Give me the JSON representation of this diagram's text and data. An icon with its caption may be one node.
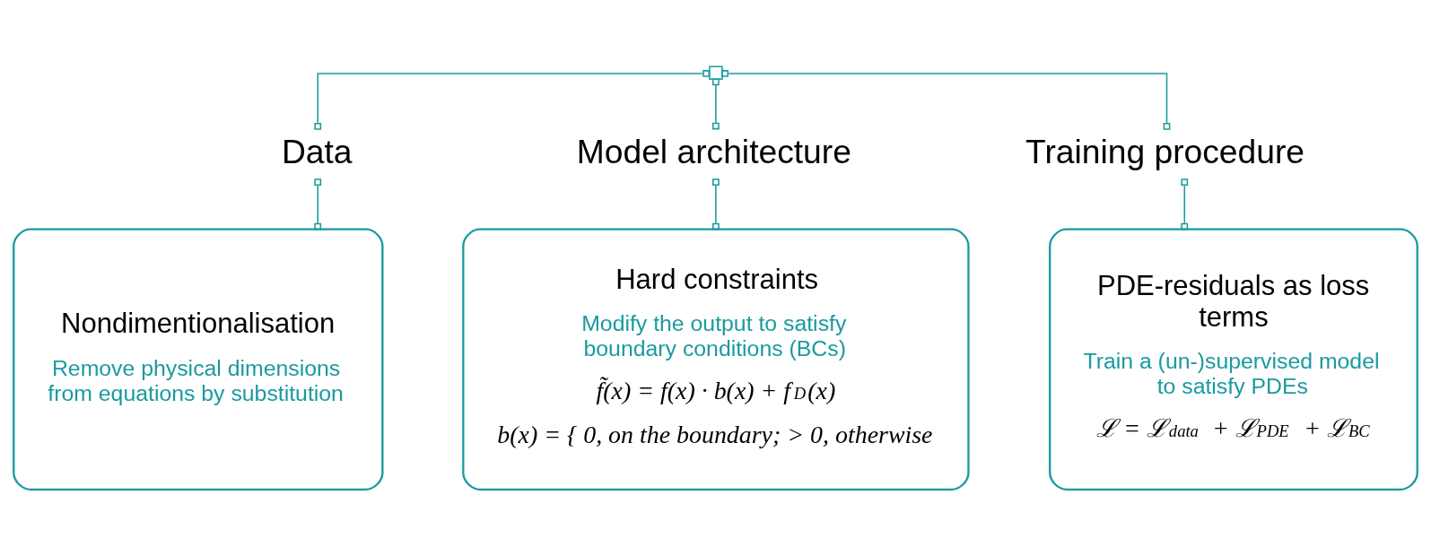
{
  "diagram": {
    "nodes": [
      {
        "text": [],
        "shape": "box"
      },
      {
        "text": [
          "Data"
        ]
      },
      {
        "text": [
          "Model architecture"
        ]
      },
      {
        "text": [
          "Training procedure"
        ]
      },
      {
        "text": [
          "Nondimentionalisation",
          "Remove physical dimensions from equations by substitution"
        ]
      },
      {
        "text": [
          "Hard constraints",
          "Modify the output to satisfy boundary conditions (BCs)",
          "f̃(x) = f(x) · b(x) + f$_{D}$(x)",
          "b(x) = { 0, on the boundary; > 0, otherwise"
        ]
      },
      {
        "text": [
          "PDE-residuals as loss terms",
          "Train a (un-)supervised model to satisfy PDEs",
          "ℒ = ℒ$_{data}$ + ℒ$_{PDE}$ + ℒ$_{BC}$"
        ]
      }
    ],
    "edges": [
      {
        "from": 0,
        "to": 1,
        "arrow": "other"
      },
      {
        "from": 0,
        "to": 2,
        "arrow": "other"
      },
      {
        "from": 0,
        "to": 3,
        "arrow": "other"
      },
      {
        "from": 1,
        "to": 4,
        "arrow": "other"
      },
      {
        "from": 2,
        "to": 5,
        "arrow": "other"
      },
      {
        "from": 3,
        "to": 6,
        "arrow": "other"
      }
    ]
  }
}
